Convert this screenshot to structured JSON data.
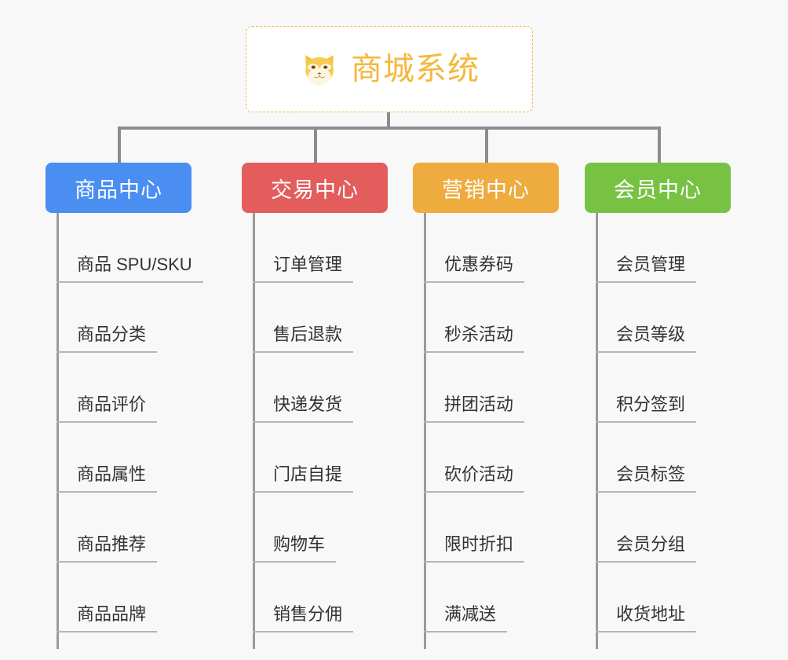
{
  "canvas": {
    "background": "#f8f8f8",
    "connector_color": "#8c8c8c",
    "leaf_underline_color": "#b5b5b5",
    "leaf_text_color": "#333333"
  },
  "root": {
    "icon": "shiba-dog-face-emoji",
    "title": "商城系统",
    "text_color": "#f5b73d",
    "border_color": "#f0b44a",
    "background": "#ffffff"
  },
  "branches": [
    {
      "label": "商品中心",
      "color": "#4a8ef2",
      "leaves": [
        {
          "label": "商品 SPU/SKU"
        },
        {
          "label": "商品分类"
        },
        {
          "label": "商品评价"
        },
        {
          "label": "商品属性"
        },
        {
          "label": "商品推荐"
        },
        {
          "label": "商品品牌"
        }
      ]
    },
    {
      "label": "交易中心",
      "color": "#e35d5d",
      "leaves": [
        {
          "label": "订单管理"
        },
        {
          "label": "售后退款"
        },
        {
          "label": "快递发货"
        },
        {
          "label": "门店自提"
        },
        {
          "label": "购物车"
        },
        {
          "label": "销售分佣"
        }
      ]
    },
    {
      "label": "营销中心",
      "color": "#eeab3e",
      "leaves": [
        {
          "label": "优惠券码"
        },
        {
          "label": "秒杀活动"
        },
        {
          "label": "拼团活动"
        },
        {
          "label": "砍价活动"
        },
        {
          "label": "限时折扣"
        },
        {
          "label": "满减送"
        }
      ]
    },
    {
      "label": "会员中心",
      "color": "#78c243",
      "leaves": [
        {
          "label": "会员管理"
        },
        {
          "label": "会员等级"
        },
        {
          "label": "积分签到"
        },
        {
          "label": "会员标签"
        },
        {
          "label": "会员分组"
        },
        {
          "label": "收货地址"
        }
      ]
    }
  ]
}
